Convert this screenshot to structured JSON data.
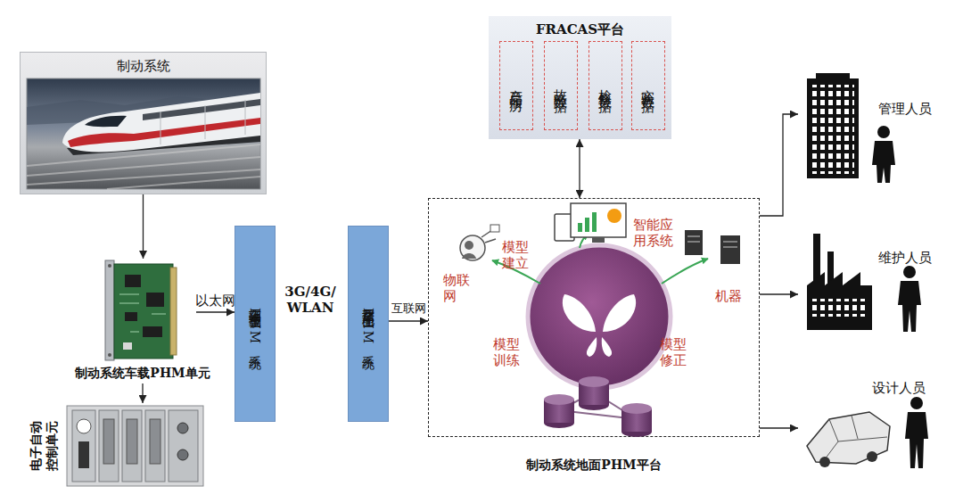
{
  "diagram": {
    "nodes": [
      {
        "text": [
          "制动系统"
        ]
      },
      {
        "text": [
          "FRACAS平台"
        ]
      },
      {
        "text": [
          "产品履历"
        ],
        "in": 1
      },
      {
        "text": [
          "故障数据"
        ],
        "in": 1
      },
      {
        "text": [
          "检修数据"
        ],
        "in": 1
      },
      {
        "text": [
          "实验数据"
        ],
        "in": 1
      },
      {
        "text": [
          "制动系统车载PHM单元"
        ]
      },
      {
        "text": [
          "电子自动 控制单元"
        ]
      },
      {
        "text": [
          "车辆端车载PHM系统"
        ]
      },
      {
        "text": [
          "整车厂地面PHM系统"
        ]
      },
      {
        "text": [
          "制动系统地面PHM平台"
        ]
      },
      {
        "text": [
          "管理人员"
        ]
      },
      {
        "text": [
          "维护人员"
        ]
      },
      {
        "text": [
          "设计人员"
        ]
      }
    ],
    "edges": [
      {
        "from": 0,
        "to": 6,
        "arrow": "to"
      },
      {
        "from": 6,
        "to": 8,
        "arrow": "to",
        "label": "以太网"
      },
      {
        "from": 6,
        "to": 7,
        "arrow": "to"
      },
      {
        "from": 9,
        "to": 10,
        "arrow": "to",
        "label": "互联网"
      },
      {
        "from": 1,
        "to": 10,
        "arrow": "both"
      },
      {
        "from": 10,
        "to": 11,
        "arrow": "to"
      },
      {
        "from": 10,
        "to": 12,
        "arrow": "to"
      },
      {
        "from": 10,
        "to": 13,
        "arrow": "to"
      }
    ],
    "labels": [
      "3G/4G/ WLAN",
      "物联 网",
      "模型 建立",
      "智能应 用系统",
      "机器",
      "模型 训练",
      "模型 修正"
    ]
  }
}
